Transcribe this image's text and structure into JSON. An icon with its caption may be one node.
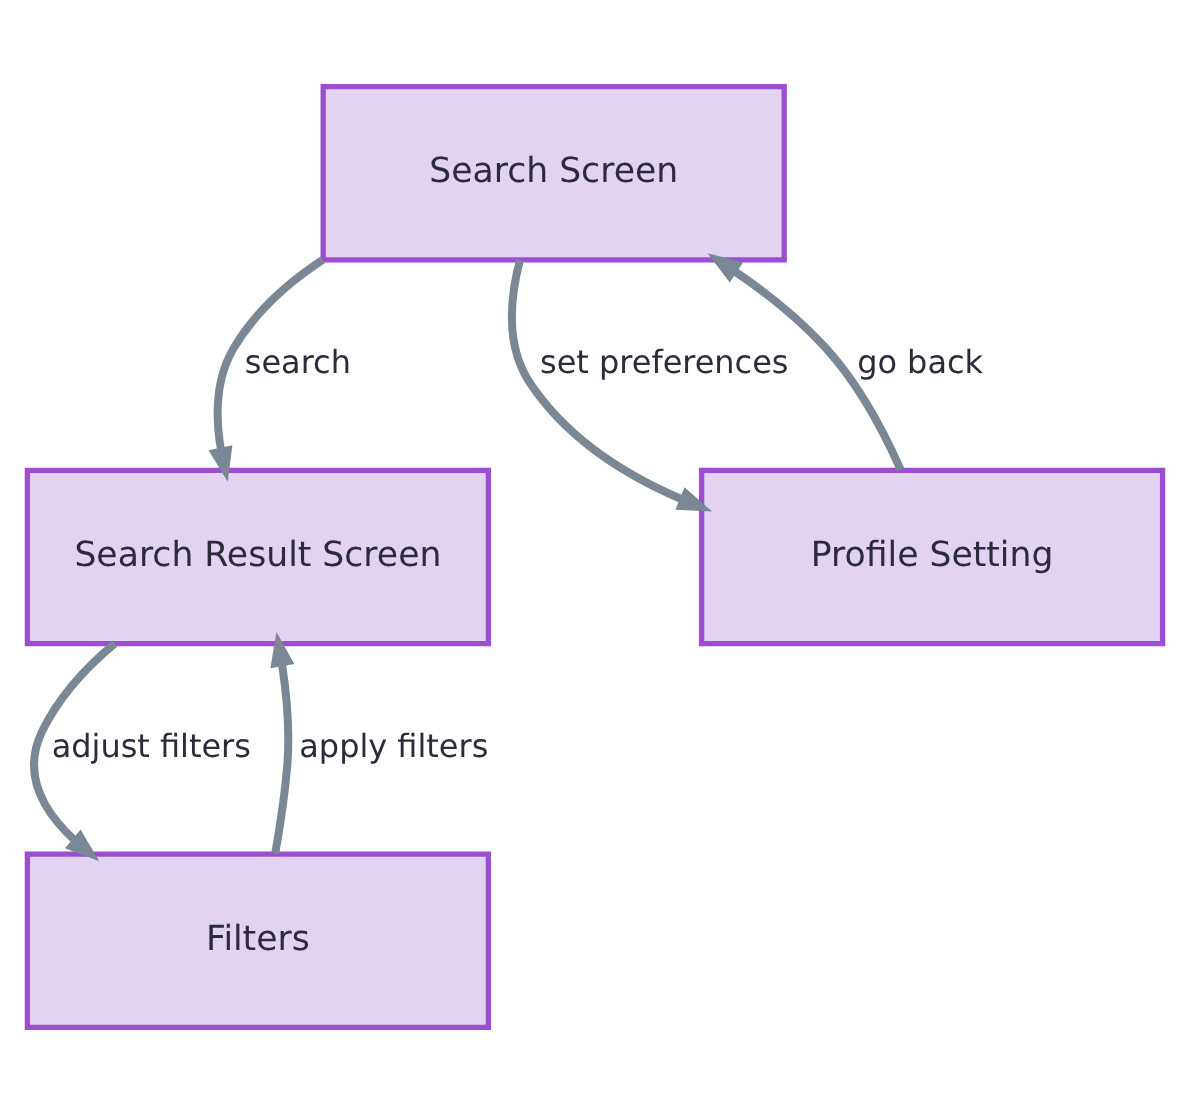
{
  "diagram": {
    "nodes": [
      {
        "text": [
          "Search Screen"
        ]
      },
      {
        "text": [
          "Search Result Screen"
        ]
      },
      {
        "text": [
          "Profile Setting"
        ]
      },
      {
        "text": [
          "Filters"
        ]
      }
    ],
    "edges": [
      {
        "from": 0,
        "to": 1,
        "arrow": "to",
        "label": "search"
      },
      {
        "from": 0,
        "to": 2,
        "arrow": "to",
        "label": "set preferences"
      },
      {
        "from": 2,
        "to": 0,
        "arrow": "to",
        "label": "go back"
      },
      {
        "from": 1,
        "to": 3,
        "arrow": "to",
        "label": "adjust filters"
      },
      {
        "from": 3,
        "to": 1,
        "arrow": "to",
        "label": "apply filters"
      }
    ]
  }
}
